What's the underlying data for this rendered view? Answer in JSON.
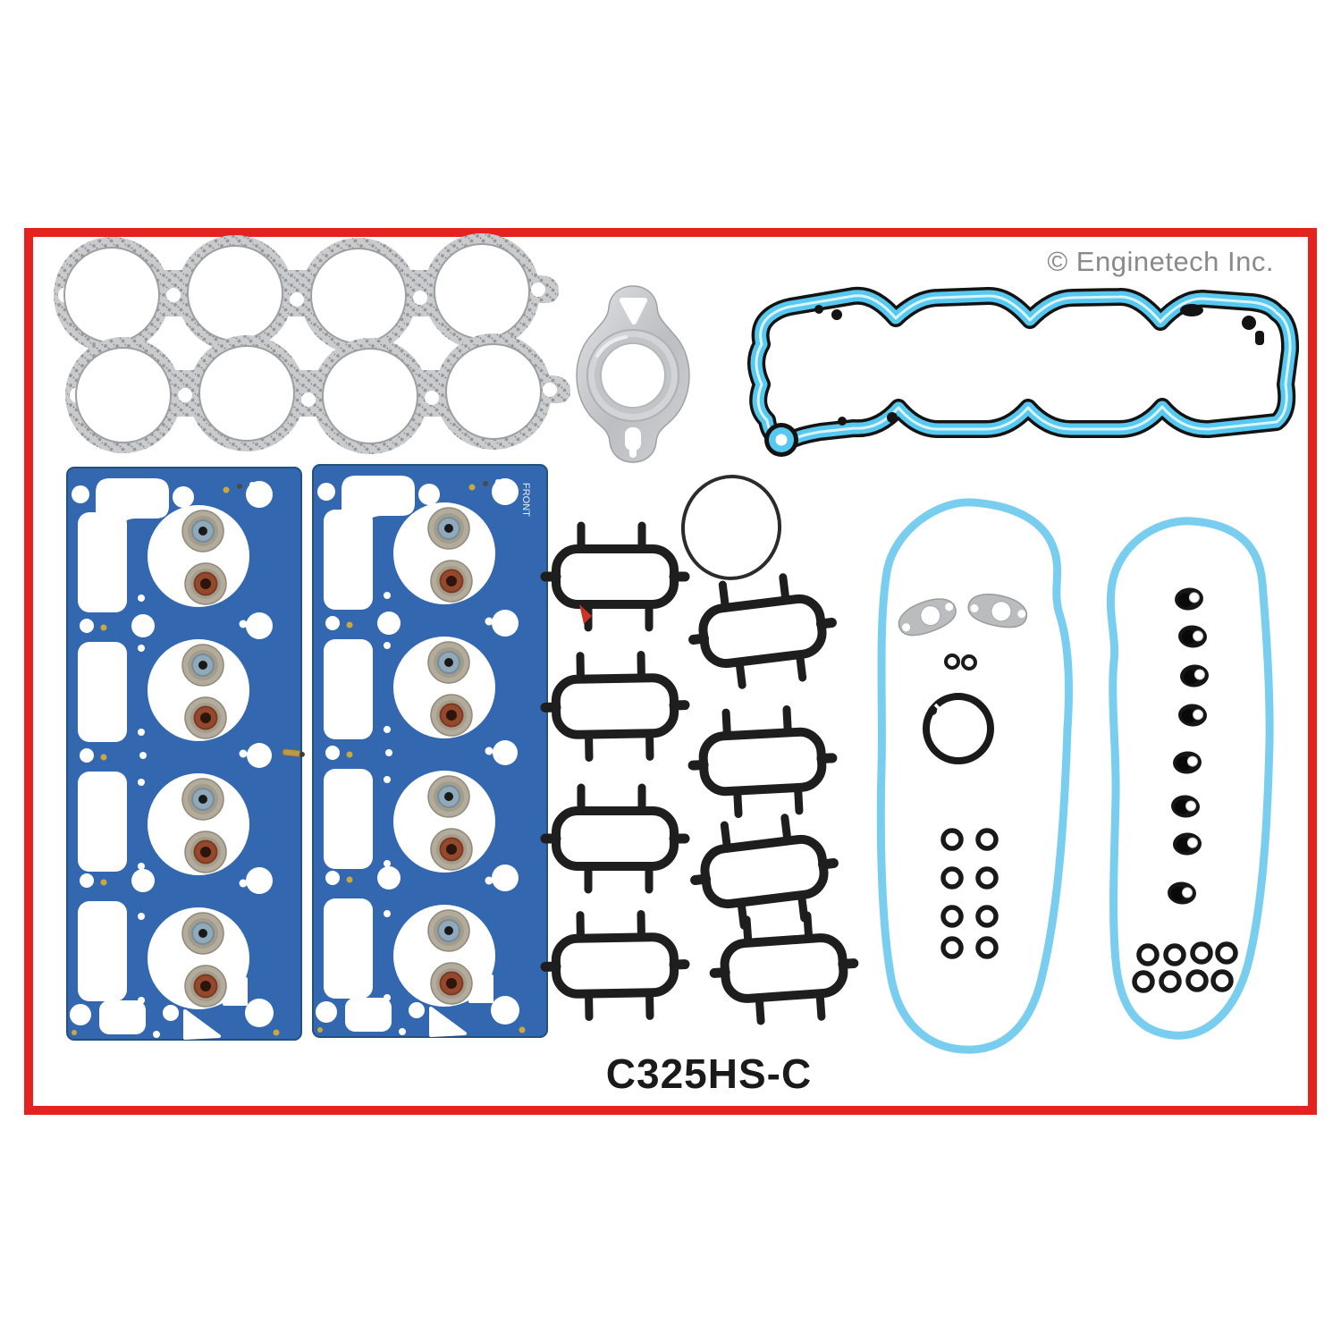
{
  "photo": {
    "watermark": "© Enginetech Inc.",
    "part_number": "C325HS-C",
    "front_label": "FRONT"
  },
  "colors": {
    "frame_red": "#e42320",
    "head_gasket_blue": "#3368b0",
    "head_gasket_edge": "#24507f",
    "valve_cover_blue": "#79cef0",
    "valley_bead_cyan": "#57c8ef",
    "valley_center_line": "#d9f4fc",
    "rubber_black": "#1e1e1e",
    "manifold_gray": "#cacbcd",
    "metal_silver": "#c6c8ca",
    "seal_brown": "#95492c",
    "seal_slate": "#92a9ba",
    "rivet_gold": "#c9a83f",
    "watermark_gray": "#8a8a8a",
    "part_number_color": "#1a1a1a"
  }
}
